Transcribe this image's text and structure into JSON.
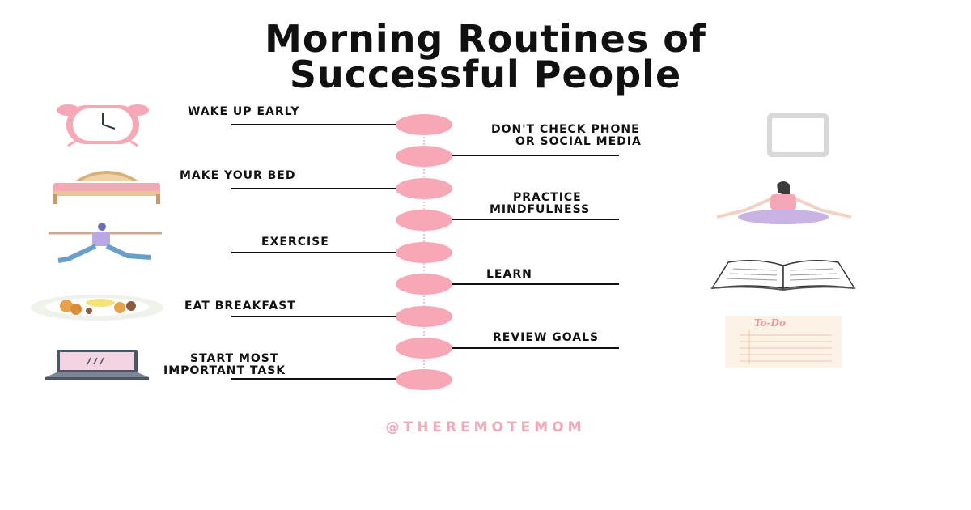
{
  "title": {
    "line1": "Morning Routines of",
    "line2": "Successful People"
  },
  "steps_left": [
    {
      "label": "WAKE UP EARLY",
      "icon": "alarm-clock-icon"
    },
    {
      "label": "MAKE YOUR BED",
      "icon": "bed-icon"
    },
    {
      "label": "EXERCISE",
      "icon": "yoga-warrior-pose-icon"
    },
    {
      "label": "EAT BREAKFAST",
      "icon": "breakfast-plate-icon"
    },
    {
      "label_line1": "START MOST",
      "label_line2": "IMPORTANT TASK",
      "icon": "laptop-icon"
    }
  ],
  "steps_right": [
    {
      "label_line1": "DON'T CHECK PHONE",
      "label_line2": "OR SOCIAL MEDIA",
      "icon": "smartphone-icon"
    },
    {
      "label_line1": "PRACTICE",
      "label_line2": "MINDFULNESS",
      "icon": "meditation-icon"
    },
    {
      "label": "LEARN",
      "icon": "open-book-icon"
    },
    {
      "label": "REVIEW GOALS",
      "icon": "to-do-list-icon"
    }
  ],
  "todo_note_heading": "To-Do",
  "footer": "@THEREMOTEMOM",
  "colors": {
    "dot": "#f7a7b5",
    "footer": "#f3a8b8",
    "text": "#111111"
  }
}
